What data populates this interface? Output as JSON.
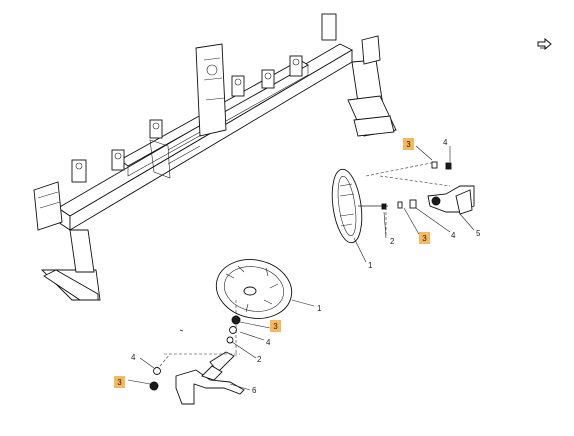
{
  "colors": {
    "highlight": "#f5b85f",
    "ink": "#222222",
    "background": "#ffffff"
  },
  "icons": {
    "toolbar": "next-arrow-icon"
  },
  "callouts": [
    {
      "id": "c-top-3",
      "text": "3",
      "highlighted": true
    },
    {
      "id": "c-top-4",
      "text": "4",
      "highlighted": false
    },
    {
      "id": "c-mid-1",
      "text": "1",
      "highlighted": false
    },
    {
      "id": "c-mid-2",
      "text": "2",
      "highlighted": false
    },
    {
      "id": "c-mid-3",
      "text": "3",
      "highlighted": true
    },
    {
      "id": "c-mid-4",
      "text": "4",
      "highlighted": false
    },
    {
      "id": "c-mid-5",
      "text": "5",
      "highlighted": false
    },
    {
      "id": "c-bot-1",
      "text": "1",
      "highlighted": false
    },
    {
      "id": "c-bot-3a",
      "text": "3",
      "highlighted": true
    },
    {
      "id": "c-bot-4a",
      "text": "4",
      "highlighted": false
    },
    {
      "id": "c-bot-2",
      "text": "2",
      "highlighted": false
    },
    {
      "id": "c-bot-4b",
      "text": "4",
      "highlighted": false
    },
    {
      "id": "c-bot-3b",
      "text": "3",
      "highlighted": true
    },
    {
      "id": "c-bot-6",
      "text": "6",
      "highlighted": false
    }
  ]
}
